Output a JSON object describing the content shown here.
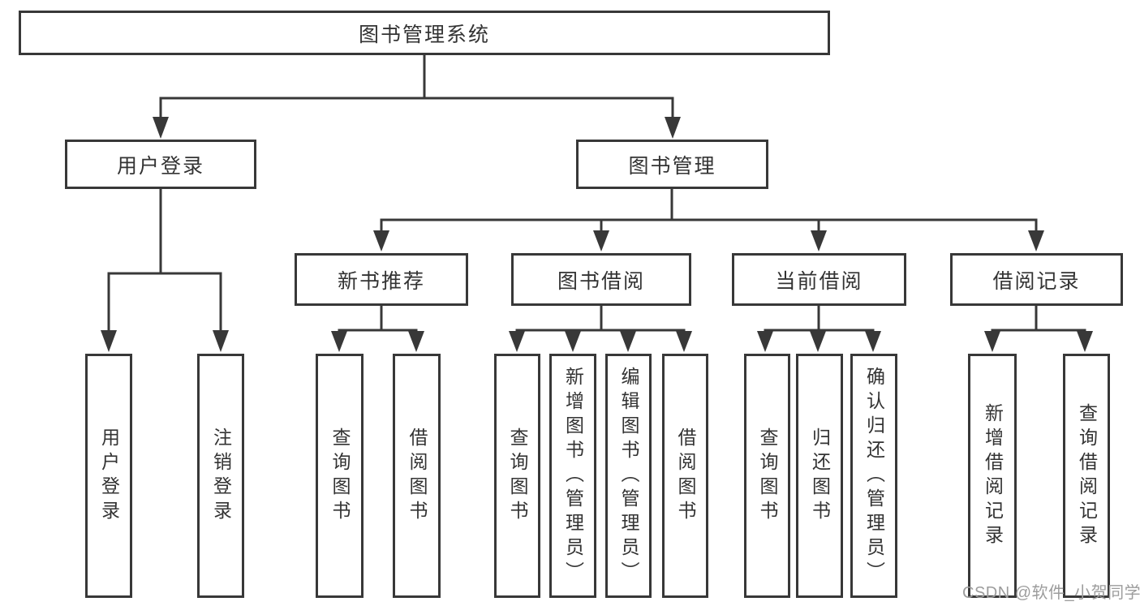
{
  "tree": {
    "label": "图书管理系统",
    "children": [
      {
        "label": "用户登录",
        "children": [
          {
            "label": "用户登录"
          },
          {
            "label": "注销登录"
          }
        ]
      },
      {
        "label": "图书管理",
        "children": [
          {
            "label": "新书推荐",
            "children": [
              {
                "label": "查询图书"
              },
              {
                "label": "借阅图书"
              }
            ]
          },
          {
            "label": "图书借阅",
            "children": [
              {
                "label": "查询图书"
              },
              {
                "label": "新增图书（管理员）"
              },
              {
                "label": "编辑图书（管理员）"
              },
              {
                "label": "借阅图书"
              }
            ]
          },
          {
            "label": "当前借阅",
            "children": [
              {
                "label": "查询图书"
              },
              {
                "label": "归还图书"
              },
              {
                "label": "确认归还（管理员）"
              }
            ]
          },
          {
            "label": "借阅记录",
            "children": [
              {
                "label": "新增借阅记录"
              },
              {
                "label": "查询借阅记录"
              }
            ]
          }
        ]
      }
    ]
  },
  "watermark": "CSDN @软件_小贺同学",
  "colors": {
    "line": "#383838",
    "text": "#333333",
    "box_background": "#ffffff",
    "watermark": "#9c9c9c"
  }
}
